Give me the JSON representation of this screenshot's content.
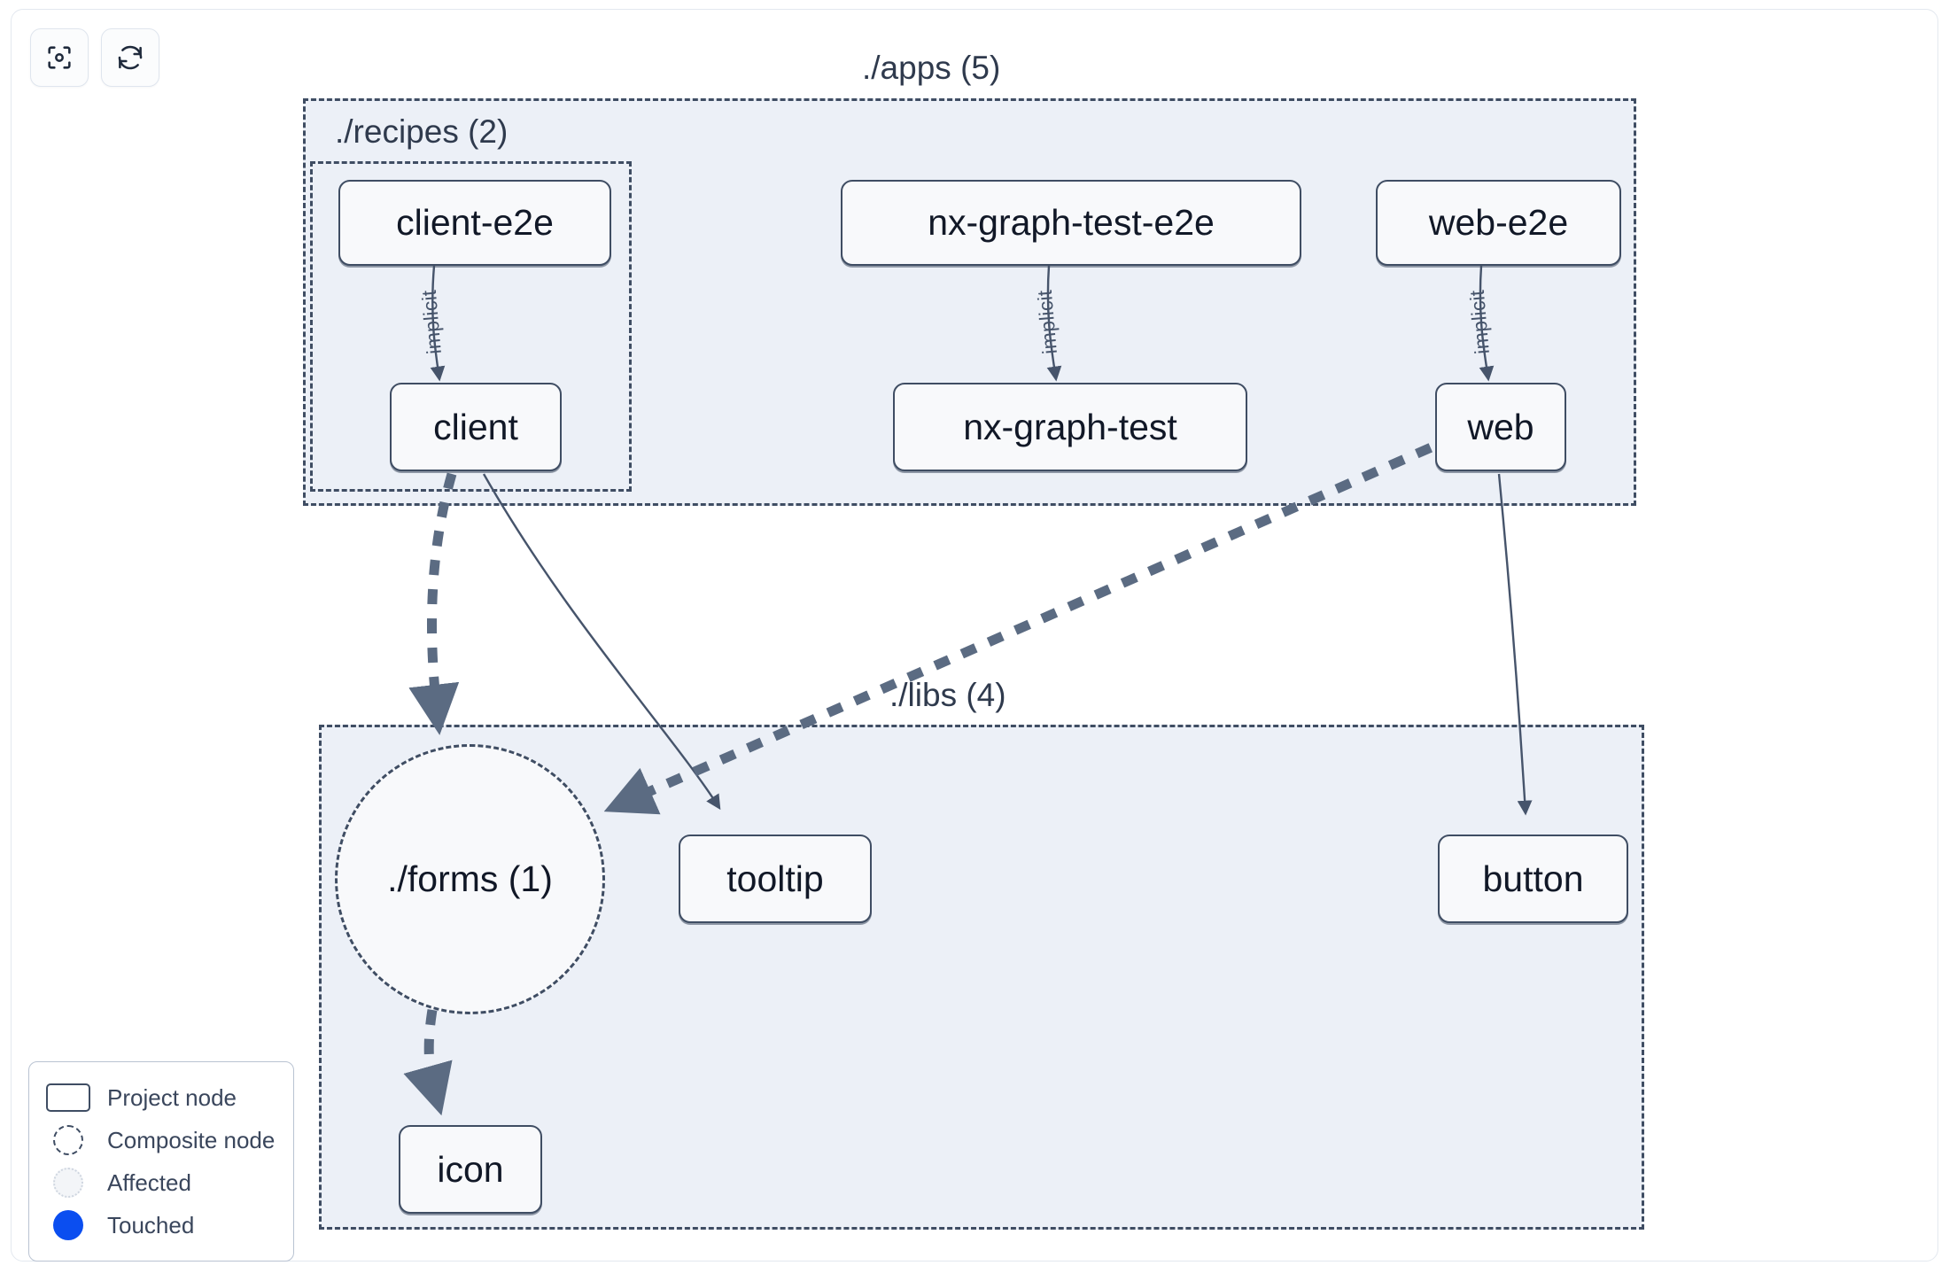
{
  "toolbar": {
    "buttons": [
      {
        "name": "focus-graph-button",
        "icon": "focus-target-icon",
        "label": ""
      },
      {
        "name": "refresh-graph-button",
        "icon": "refresh-icon",
        "label": ""
      }
    ]
  },
  "groups": {
    "apps": {
      "label": "./apps (5)"
    },
    "recipes": {
      "label": "./recipes (2)"
    },
    "libs": {
      "label": "./libs (4)"
    }
  },
  "nodes": {
    "client_e2e": "client-e2e",
    "nx_graph_test_e2e": "nx-graph-test-e2e",
    "web_e2e": "web-e2e",
    "client": "client",
    "nx_graph_test": "nx-graph-test",
    "web": "web",
    "forms": "./forms (1)",
    "tooltip": "tooltip",
    "button": "button",
    "icon": "icon"
  },
  "edge_labels": {
    "client_implicit": "implicit",
    "nx_graph_test_implicit": "implicit",
    "web_implicit": "implicit"
  },
  "legend": {
    "items": [
      {
        "shape": "project-node-swatch",
        "label": "Project node"
      },
      {
        "shape": "composite-node-swatch",
        "label": "Composite node"
      },
      {
        "shape": "affected-swatch",
        "label": "Affected"
      },
      {
        "shape": "touched-swatch",
        "label": "Touched"
      }
    ]
  },
  "colors": {
    "node_border": "#3f4d63",
    "node_fill": "#f8f9fb",
    "group_fill": "#ecf0f7",
    "edge": "#5b6b82",
    "touched": "#0b4ef0",
    "text": "#111827"
  },
  "graph_data": {
    "type": "dependency-graph",
    "edges": [
      {
        "source": "client-e2e",
        "target": "client",
        "label": "implicit",
        "style": "solid"
      },
      {
        "source": "nx-graph-test-e2e",
        "target": "nx-graph-test",
        "label": "implicit",
        "style": "solid"
      },
      {
        "source": "web-e2e",
        "target": "web",
        "label": "implicit",
        "style": "solid"
      },
      {
        "source": "client",
        "target": "./forms (1)",
        "label": "",
        "style": "dashed"
      },
      {
        "source": "client",
        "target": "tooltip",
        "label": "",
        "style": "solid"
      },
      {
        "source": "web",
        "target": "./forms (1)",
        "label": "",
        "style": "dashed"
      },
      {
        "source": "web",
        "target": "button",
        "label": "",
        "style": "solid"
      },
      {
        "source": "./forms (1)",
        "target": "icon",
        "label": "",
        "style": "dashed"
      }
    ]
  }
}
